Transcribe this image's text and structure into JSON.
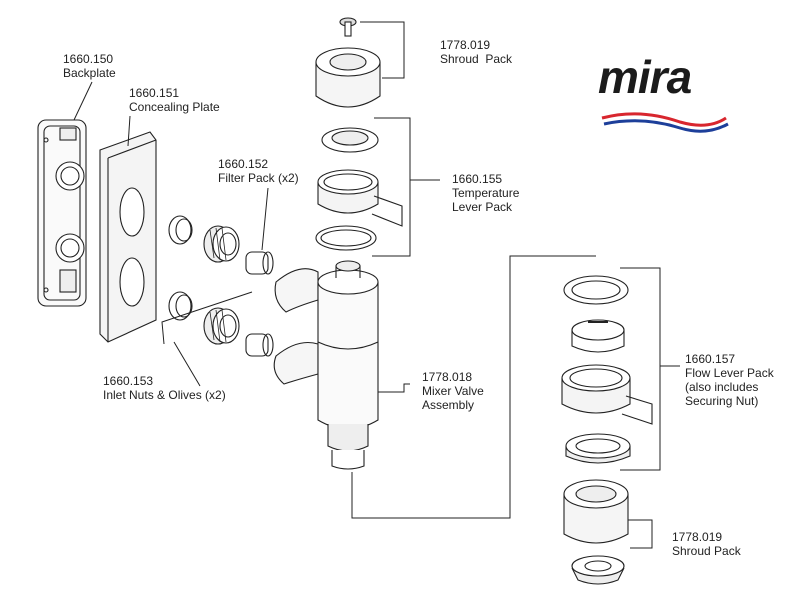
{
  "brand": {
    "logo_text": "mira",
    "colors": {
      "red": "#d8262e",
      "blue": "#1d3f9a",
      "ink": "#1b1b1b"
    }
  },
  "parts": [
    {
      "code": "1660.150",
      "name": "Backplate"
    },
    {
      "code": "1660.151",
      "name": "Concealing Plate"
    },
    {
      "code": "1660.152",
      "name": "Filter Pack (x2)"
    },
    {
      "code": "1660.153",
      "name": "Inlet Nuts & Olives (x2)"
    },
    {
      "code": "1778.019",
      "name": "Shroud  Pack"
    },
    {
      "code": "1660.155",
      "name": "Temperature",
      "name2": "Lever Pack"
    },
    {
      "code": "1778.018",
      "name": "Mixer Valve",
      "name2": "Assembly"
    },
    {
      "code": "1660.157",
      "name": "Flow Lever Pack",
      "name2": "(also includes",
      "name3": "Securing Nut)"
    },
    {
      "code": "1778.019",
      "name": "Shroud Pack"
    }
  ]
}
